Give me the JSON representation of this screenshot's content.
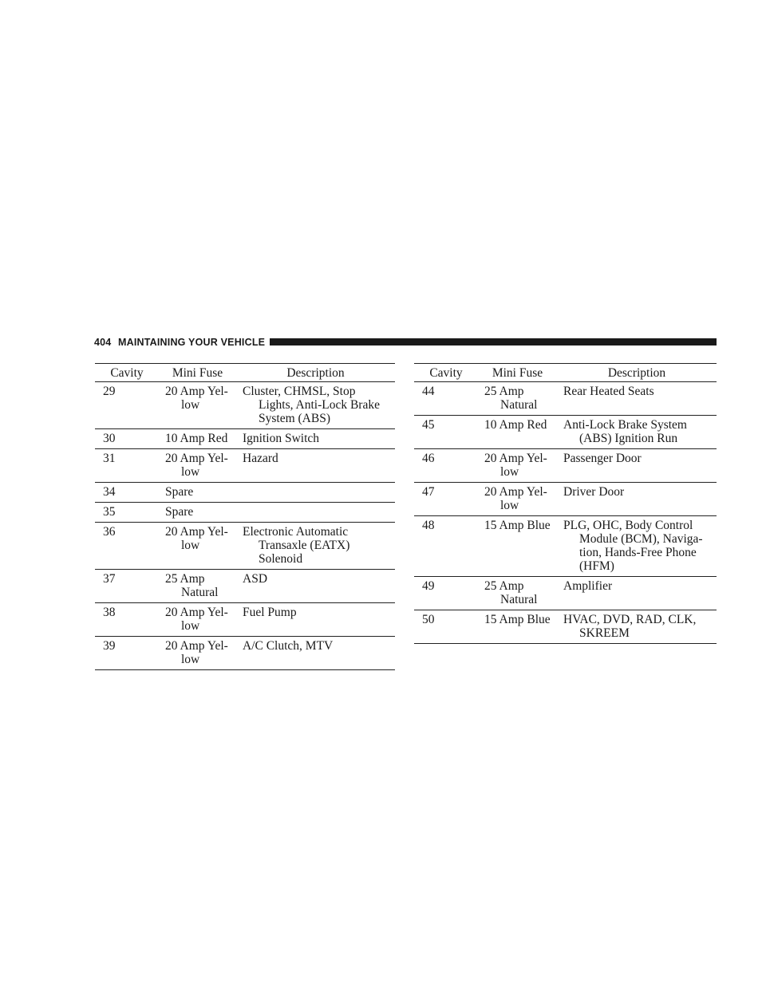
{
  "header": {
    "page_number": "404",
    "section_title": "MAINTAINING YOUR VEHICLE"
  },
  "columns": [
    "Cavity",
    "Mini Fuse",
    "Description"
  ],
  "left_table": {
    "rows": [
      {
        "cavity": "29",
        "fuse": "20 Amp Yel-\nlow",
        "description": "Cluster, CHMSL, Stop Lights, Anti-Lock Brake System (ABS)"
      },
      {
        "cavity": "30",
        "fuse": "10 Amp Red",
        "description": "Ignition Switch"
      },
      {
        "cavity": "31",
        "fuse": "20 Amp Yel-\nlow",
        "description": "Hazard"
      },
      {
        "cavity": "34",
        "fuse": "Spare",
        "description": ""
      },
      {
        "cavity": "35",
        "fuse": "Spare",
        "description": ""
      },
      {
        "cavity": "36",
        "fuse": "20 Amp Yel-\nlow",
        "description": "Electronic Automatic Transaxle (EATX) Solenoid"
      },
      {
        "cavity": "37",
        "fuse": "25 Amp\nNatural",
        "description": "ASD"
      },
      {
        "cavity": "38",
        "fuse": "20 Amp Yel-\nlow",
        "description": "Fuel Pump"
      },
      {
        "cavity": "39",
        "fuse": "20 Amp Yel-\nlow",
        "description": "A/C Clutch, MTV"
      }
    ]
  },
  "right_table": {
    "rows": [
      {
        "cavity": "44",
        "fuse": "25 Amp\nNatural",
        "description": "Rear Heated Seats"
      },
      {
        "cavity": "45",
        "fuse": "10 Amp Red",
        "description": "Anti-Lock Brake System (ABS) Ignition Run"
      },
      {
        "cavity": "46",
        "fuse": "20 Amp Yel-\nlow",
        "description": "Passenger Door"
      },
      {
        "cavity": "47",
        "fuse": "20 Amp Yel-\nlow",
        "description": "Driver Door"
      },
      {
        "cavity": "48",
        "fuse": "15 Amp Blue",
        "description": "PLG, OHC, Body Control Module (BCM), Naviga-\ntion, Hands-Free Phone (HFM)"
      },
      {
        "cavity": "49",
        "fuse": "25 Amp\nNatural",
        "description": "Amplifier"
      },
      {
        "cavity": "50",
        "fuse": "15 Amp Blue",
        "description": "HVAC, DVD, RAD, CLK, SKREEM"
      }
    ]
  }
}
